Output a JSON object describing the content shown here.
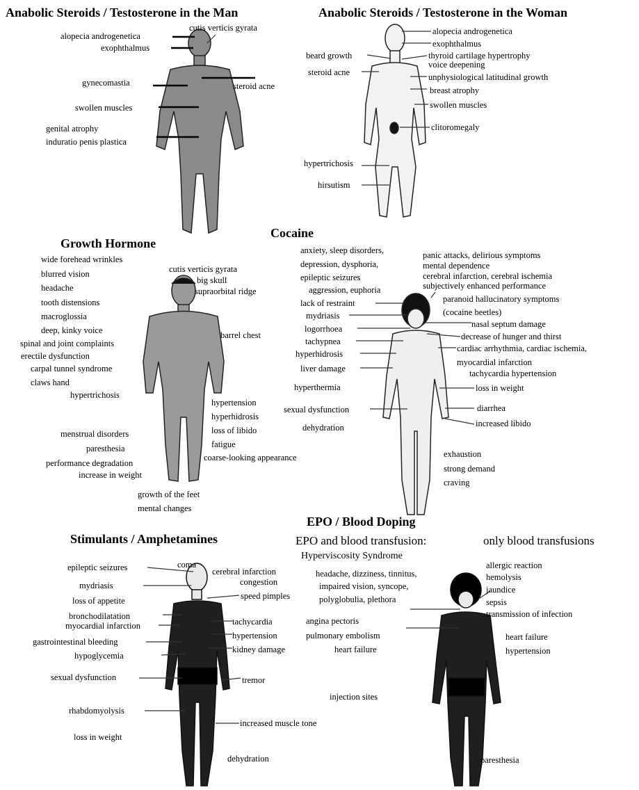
{
  "colors": {
    "figure_dark": "#222222",
    "figure_grey": "#8a8a8a",
    "figure_light": "#f2f2f2",
    "leader": "#333333"
  },
  "sections": {
    "steroids_man": {
      "title": "Anabolic Steroids / Testosterone in the Man",
      "labels": [
        "cutis verticis gyrata",
        "alopecia androgenetica",
        "exophthalmus",
        "gynecomastia",
        "steroid acne",
        "swollen muscles",
        "genital atrophy",
        "induratio penis plastica"
      ]
    },
    "steroids_woman": {
      "title": "Anabolic Steroids / Testosterone in the Woman",
      "labels": [
        "alopecia androgenetica",
        "exophthalmus",
        "beard growth",
        "thyroid cartilage hypertrophy",
        "voice deepening",
        "steroid acne",
        "unphysiological latitudinal growth",
        "breast atrophy",
        "swollen muscles",
        "clitoromegaly",
        "hypertrichosis",
        "hirsutism"
      ]
    },
    "growth_hormone": {
      "title": "Growth Hormone",
      "labels": [
        "wide forehead wrinkles",
        "blurred vision",
        "headache",
        "tooth distensions",
        "macroglossia",
        "deep, kinky voice",
        "spinal and joint complaints",
        "erectile dysfunction",
        "carpal tunnel syndrome",
        "claws hand",
        "hypertrichosis",
        "cutis verticis gyrata",
        "big skull",
        "supraorbital ridge",
        "barrel chest",
        "hypertension",
        "hyperhidrosis",
        "loss of libido",
        "fatigue",
        "coarse-looking appearance",
        "menstrual disorders",
        "paresthesia",
        "performance degradation",
        "increase in weight",
        "growth of the feet",
        "mental changes"
      ]
    },
    "cocaine": {
      "title": "Cocaine",
      "labels": [
        "anxiety, sleep disorders,",
        "depression, dysphoria,",
        "epileptic seizures",
        "aggression, euphoria",
        "lack of restraint",
        "mydriasis",
        "logorrhoea",
        "tachypnea",
        "hyperhidrosis",
        "liver damage",
        "hyperthermia",
        "sexual dysfunction",
        "dehydration",
        "panic attacks, delirious symptoms",
        "mental dependence",
        "cerebral infarction, cerebral ischemia",
        "subjectively enhanced performance",
        "paranoid hallucinatory symptoms",
        "(cocaine beetles)",
        "nasal septum damage",
        "decrease of hunger and thirst",
        "cardiac arrhythmia, cardiac ischemia,",
        "myocardial infarction",
        "tachycardia hypertension",
        "loss in weight",
        "diarrhea",
        "increased libido",
        "exhaustion",
        "strong demand",
        "craving"
      ]
    },
    "stimulants": {
      "title": "Stimulants / Amphetamines",
      "labels": [
        "epileptic seizures",
        "coma",
        "cerebral infarction",
        "congestion",
        "mydriasis",
        "speed pimples",
        "loss of appetite",
        "bronchodilatation",
        "myocardial infarction",
        "tachycardia",
        "gastrointestinal bleeding",
        "hypertension",
        "hypoglycemia",
        "kidney damage",
        "sexual dysfunction",
        "tremor",
        "rhabdomyolysis",
        "increased muscle tone",
        "loss in weight",
        "dehydration"
      ]
    },
    "epo": {
      "title": "EPO / Blood Doping",
      "sub_left": "EPO and blood transfusion:",
      "sub_right": "only blood transfusions",
      "labels": [
        "Hyperviscosity Syndrome",
        "headache, dizziness, tinnitus,",
        "impaired vision, syncope,",
        "polyglobulia, plethora",
        "angina pectoris",
        "pulmonary embolism",
        "heart failure",
        "injection sites",
        "allergic reaction",
        "hemolysis",
        "jaundice",
        "sepsis",
        "transmission of infection",
        "heart failure",
        "hypertension",
        "paresthesia"
      ]
    }
  }
}
